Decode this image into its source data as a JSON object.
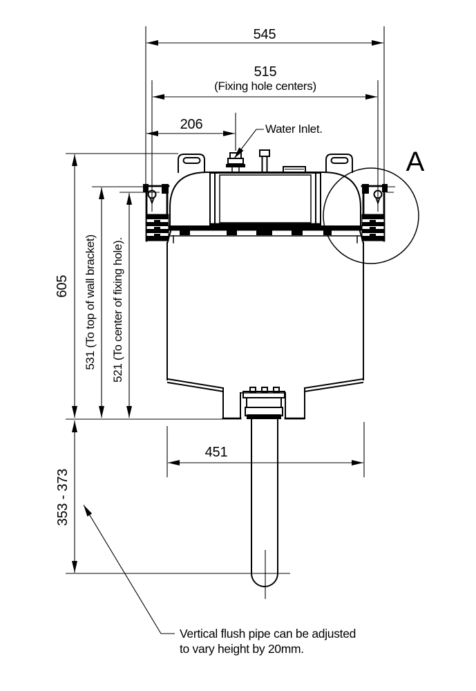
{
  "drawing": {
    "subject": "concealed-cistern-front-elevation",
    "colors": {
      "line": "#000000",
      "background": "#ffffff"
    }
  },
  "dimensions": {
    "overall_width": "545",
    "fixing_hole_width": "515",
    "fixing_hole_width_note": "(Fixing hole centers)",
    "inlet_offset": "206",
    "tank_width": "451",
    "overall_height": "605",
    "bracket_height_label": "531 (To top of wall bracket)",
    "fixing_hole_height_label": "521 (To center of fixing hole).",
    "flush_pipe_range": "353 - 373"
  },
  "labels": {
    "water_inlet": "Water Inlet.",
    "detail_marker": "A"
  },
  "note": {
    "line1": "Vertical flush pipe can be adjusted",
    "line2": "to vary height by 20mm."
  }
}
